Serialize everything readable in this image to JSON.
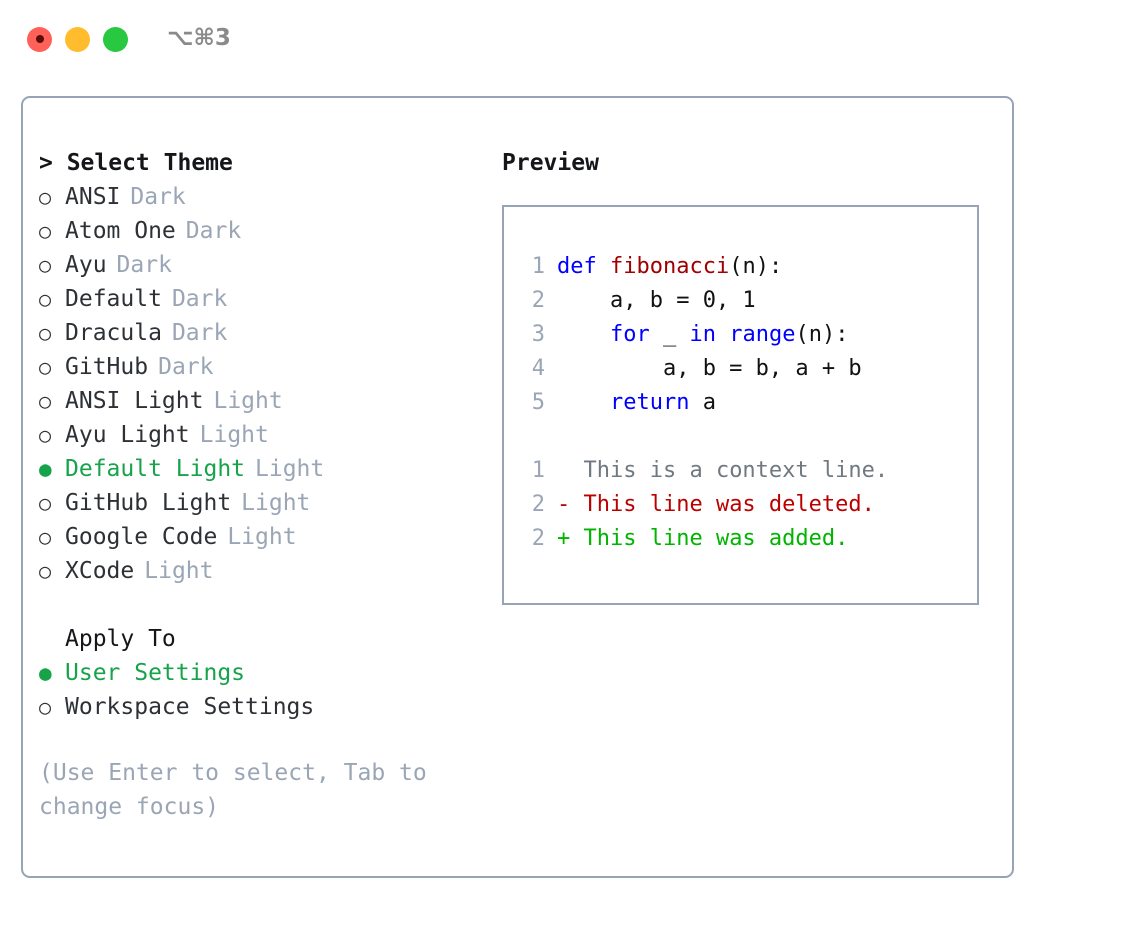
{
  "window": {
    "shortcut": "⌥⌘3",
    "traffic_lights": [
      {
        "name": "close",
        "color": "#ff6159"
      },
      {
        "name": "minimize",
        "color": "#ffbd2e"
      },
      {
        "name": "maximize",
        "color": "#28c840"
      }
    ]
  },
  "colors": {
    "accent_green": "#16a34a",
    "muted": "#9aa5b5",
    "border": "#97a3b6",
    "text": "#2d3136",
    "keyword_blue": "#0000ff",
    "function_red": "#a00000",
    "diff_add": "#00b400",
    "diff_del": "#bb0000"
  },
  "theme_panel": {
    "title": "> Select Theme",
    "items": [
      {
        "bullet": "○",
        "name": "ANSI",
        "kind": "Dark",
        "selected": false
      },
      {
        "bullet": "○",
        "name": "Atom One",
        "kind": "Dark",
        "selected": false
      },
      {
        "bullet": "○",
        "name": "Ayu",
        "kind": "Dark",
        "selected": false
      },
      {
        "bullet": "○",
        "name": "Default",
        "kind": "Dark",
        "selected": false
      },
      {
        "bullet": "○",
        "name": "Dracula",
        "kind": "Dark",
        "selected": false
      },
      {
        "bullet": "○",
        "name": "GitHub",
        "kind": "Dark",
        "selected": false
      },
      {
        "bullet": "○",
        "name": "ANSI Light",
        "kind": "Light",
        "selected": false
      },
      {
        "bullet": "○",
        "name": "Ayu Light",
        "kind": "Light",
        "selected": false
      },
      {
        "bullet": "●",
        "name": "Default Light",
        "kind": "Light",
        "selected": true
      },
      {
        "bullet": "○",
        "name": "GitHub Light",
        "kind": "Light",
        "selected": false
      },
      {
        "bullet": "○",
        "name": "Google Code",
        "kind": "Light",
        "selected": false
      },
      {
        "bullet": "○",
        "name": "XCode",
        "kind": "Light",
        "selected": false
      }
    ]
  },
  "apply_to": {
    "title": "Apply To",
    "options": [
      {
        "bullet": "●",
        "label": "User Settings",
        "selected": true
      },
      {
        "bullet": "○",
        "label": "Workspace Settings",
        "selected": false
      }
    ]
  },
  "hint": "(Use Enter to select, Tab to change focus)",
  "preview": {
    "label": "Preview",
    "code_lines": [
      {
        "number": "1",
        "spans": [
          {
            "text": "def ",
            "style": "kw"
          },
          {
            "text": "fibonacci",
            "style": "fn"
          },
          {
            "text": "(n):",
            "style": "plain"
          }
        ]
      },
      {
        "number": "2",
        "spans": [
          {
            "text": "    a, b = 0, 1",
            "style": "plain"
          }
        ]
      },
      {
        "number": "3",
        "spans": [
          {
            "text": "    ",
            "style": "plain"
          },
          {
            "text": "for",
            "style": "kw"
          },
          {
            "text": " _ ",
            "style": "plain"
          },
          {
            "text": "in",
            "style": "kw"
          },
          {
            "text": " ",
            "style": "plain"
          },
          {
            "text": "range",
            "style": "kw"
          },
          {
            "text": "(n):",
            "style": "plain"
          }
        ]
      },
      {
        "number": "4",
        "spans": [
          {
            "text": "        a, b = b, a + b",
            "style": "plain"
          }
        ]
      },
      {
        "number": "5",
        "spans": [
          {
            "text": "    ",
            "style": "plain"
          },
          {
            "text": "return",
            "style": "kw"
          },
          {
            "text": " a",
            "style": "plain"
          }
        ]
      }
    ],
    "diff_lines": [
      {
        "number": "1",
        "marker": " ",
        "text": " This is a context line.",
        "style": "ctx"
      },
      {
        "number": "2",
        "marker": "-",
        "text": " This line was deleted.",
        "style": "del"
      },
      {
        "number": "2",
        "marker": "+",
        "text": " This line was added.",
        "style": "add"
      }
    ]
  }
}
